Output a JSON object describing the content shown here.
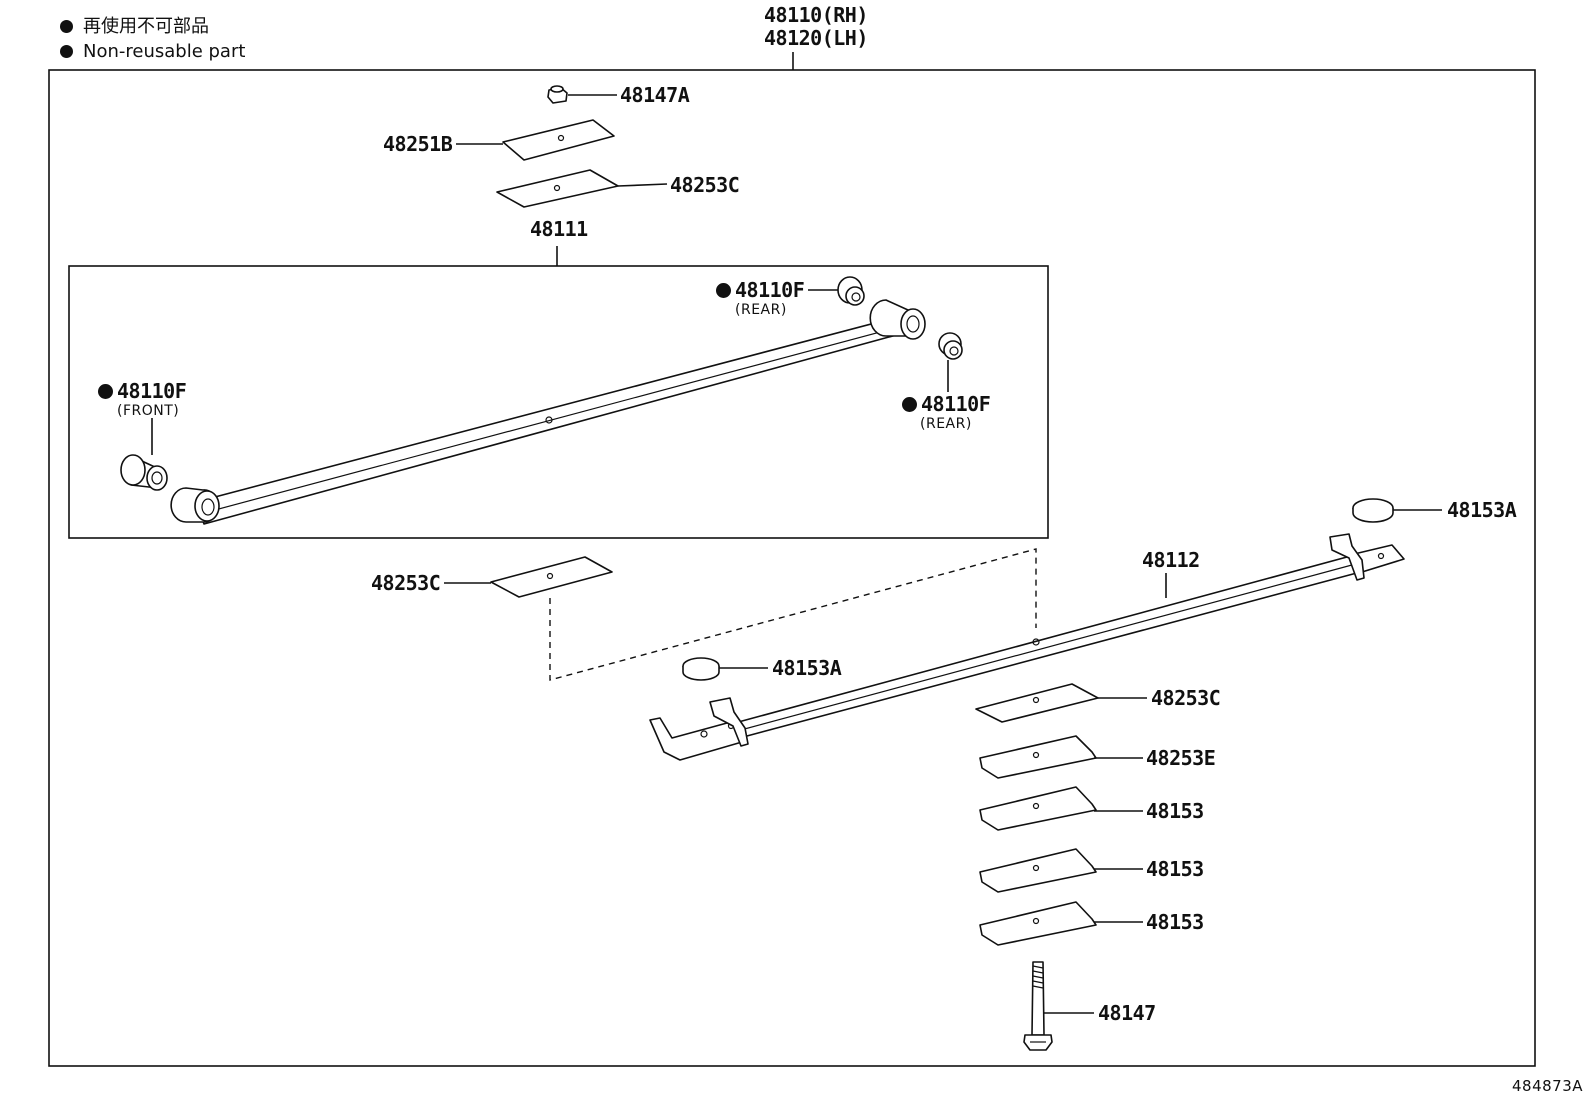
{
  "legend": [
    {
      "icon": "filled-circle",
      "text": "再使用不可部品"
    },
    {
      "icon": "filled-circle",
      "text": "Non-reusable part"
    }
  ],
  "assembly": {
    "line1": "48110(RH)",
    "line2": "48120(LH)"
  },
  "parts": {
    "p48147A": "48147A",
    "p48251B": "48251B",
    "p48253C_top": "48253C",
    "p48111": "48111",
    "p48110F_rear_top": "48110F",
    "p48110F_rear_top_note": "(REAR)",
    "p48110F_rear_right": "48110F",
    "p48110F_rear_right_note": "(REAR)",
    "p48110F_front": "48110F",
    "p48110F_front_note": "(FRONT)",
    "p48253C_mid": "48253C",
    "p48153A_mid": "48153A",
    "p48153A_right": "48153A",
    "p48112": "48112",
    "p48253C_low": "48253C",
    "p48253E": "48253E",
    "p48153_a": "48153",
    "p48153_b": "48153",
    "p48153_c": "48153",
    "p48147": "48147"
  },
  "diagram_id": "484873A"
}
